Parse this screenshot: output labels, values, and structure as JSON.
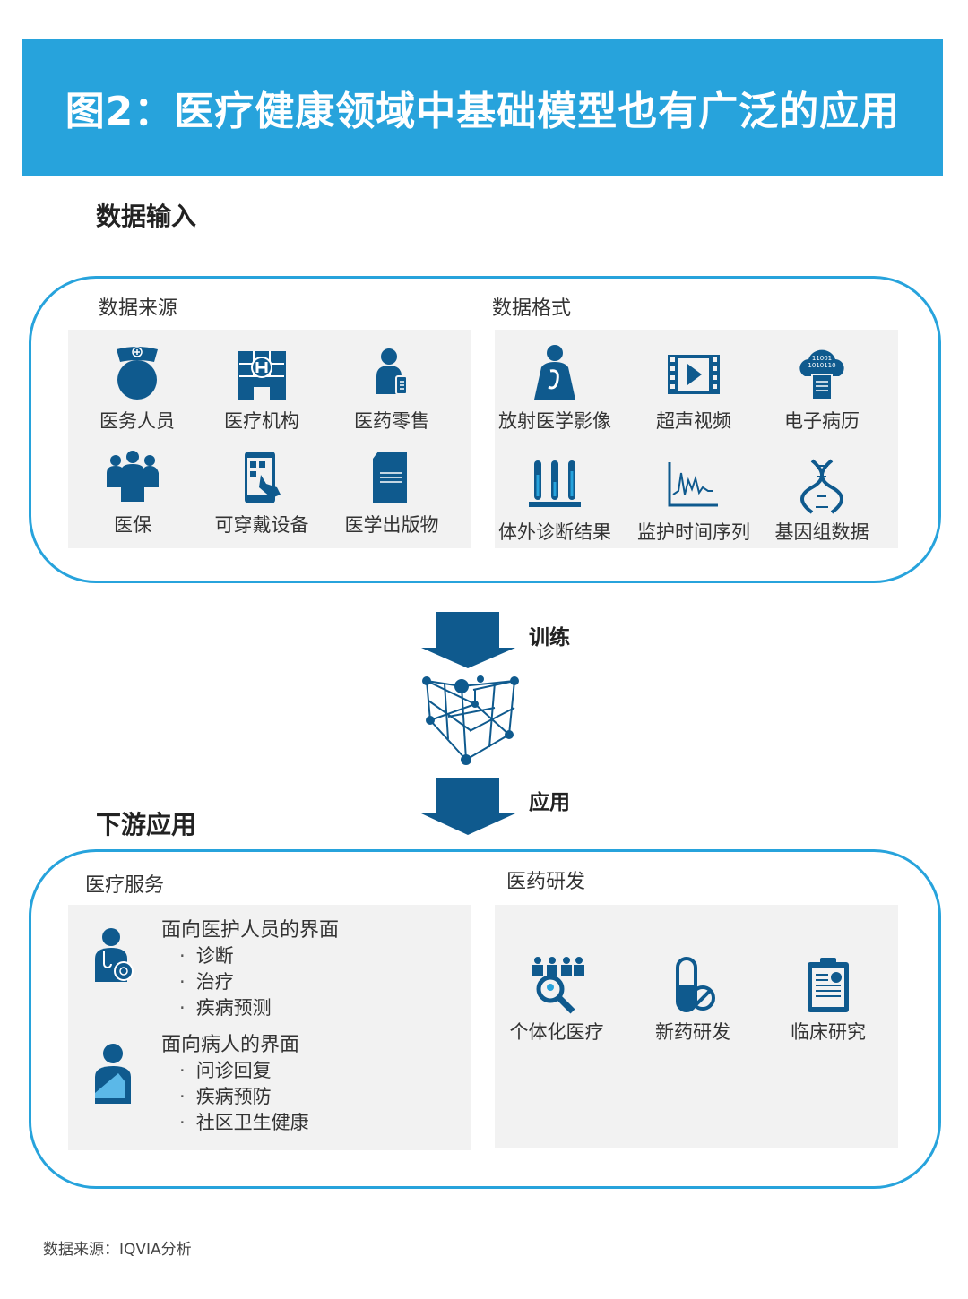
{
  "title": "图2：医疗健康领域中基础模型也有广泛的应用",
  "input": {
    "heading": "数据输入",
    "sources": {
      "label": "数据来源",
      "items": [
        "医务人员",
        "医疗机构",
        "医药零售",
        "医保",
        "可穿戴设备",
        "医学出版物"
      ]
    },
    "formats": {
      "label": "数据格式",
      "items": [
        "放射医学影像",
        "超声视频",
        "电子病历",
        "体外诊断结果",
        "监护时间序列",
        "基因组数据"
      ],
      "ehr_icon_text": [
        "11001",
        "1010110"
      ]
    }
  },
  "flow": {
    "train": "训练",
    "apply": "应用"
  },
  "output": {
    "heading": "下游应用",
    "services": {
      "label": "医疗服务",
      "groups": [
        {
          "title": "面向医护人员的界面",
          "bullets": [
            "诊断",
            "治疗",
            "疾病预测"
          ]
        },
        {
          "title": "面向病人的界面",
          "bullets": [
            "问诊回复",
            "疾病预防",
            "社区卫生健康"
          ]
        }
      ]
    },
    "rnd": {
      "label": "医药研发",
      "items": [
        "个体化医疗",
        "新药研发",
        "临床研究"
      ]
    }
  },
  "footer": "数据来源：IQVIA分析",
  "colors": {
    "header": "#27a3dc",
    "icon": "#0f5a8e",
    "panel": "#f2f2f2"
  }
}
